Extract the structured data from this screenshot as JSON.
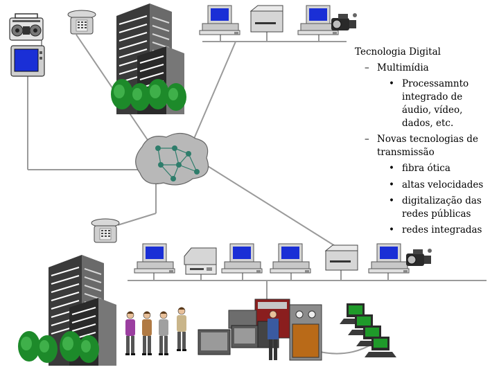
{
  "text": {
    "title": "Tecnologia Digital",
    "dash": "–",
    "bullet": "•",
    "multimidia": "Multimídia",
    "processamento": [
      "Processamnto",
      "integrado de",
      "áudio, vídeo,",
      "dados, etc."
    ],
    "novas": [
      "Novas tecnologias de",
      "transmissão"
    ],
    "fibra": "fibra ótica",
    "altas": "altas velocidades",
    "digitalizacao": [
      "digitalização das",
      "redes públicas"
    ],
    "integradas": "redes integradas"
  },
  "icons": [
    "boombox-icon",
    "telephone-icon",
    "television-icon",
    "office-building-icon",
    "workstation-icon",
    "printer-icon",
    "video-camera-icon",
    "network-cloud-icon",
    "people-icon",
    "mainframe-icon",
    "terminals-icon"
  ],
  "colors": {
    "line": "#9a9a9a",
    "node": "#2e7d6b",
    "cloud": "#b8b8b8",
    "monitor_screen": "#1a2fd6",
    "terminal_screen": "#1f9a2a",
    "tree": "#1d8a2a"
  }
}
